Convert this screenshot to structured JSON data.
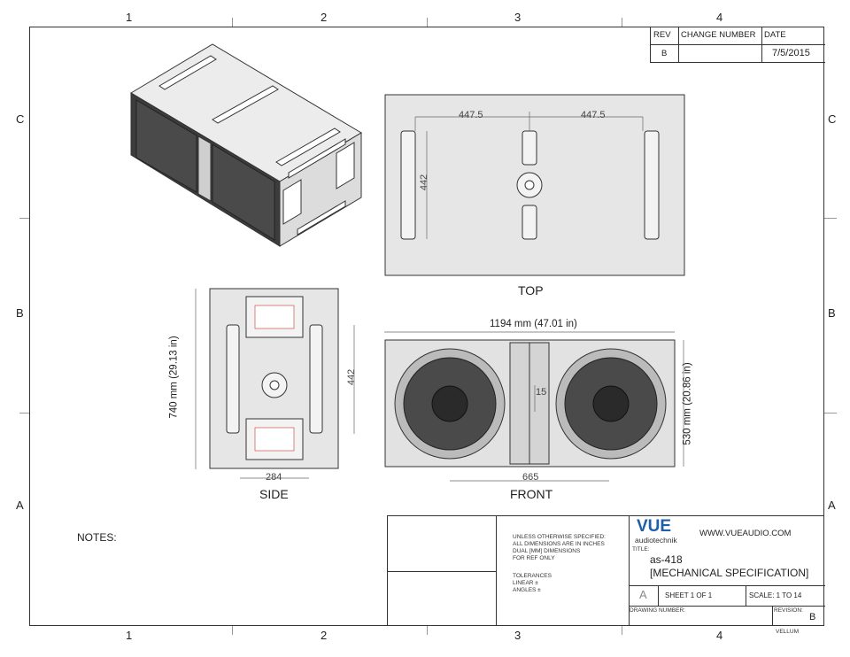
{
  "zones": {
    "columns": [
      "1",
      "2",
      "3",
      "4"
    ],
    "rows": [
      "C",
      "B",
      "A"
    ]
  },
  "revision_block": {
    "headers": {
      "rev": "REV",
      "change": "CHANGE NUMBER",
      "date": "DATE"
    },
    "row": {
      "rev": "B",
      "change": "",
      "date": "7/5/2015"
    }
  },
  "views": {
    "top": {
      "label": "TOP",
      "dim_left": "447.5",
      "dim_right": "447.5",
      "dim_vertical": "442"
    },
    "side": {
      "label": "SIDE",
      "dim_height": "740 mm (29.13 in)",
      "dim_right": "442",
      "dim_bottom": "284"
    },
    "front": {
      "label": "FRONT",
      "dim_width": "1194 mm (47.01 in)",
      "dim_height": "530 mm (20.86 in)",
      "dim_center": "15",
      "dim_bottom": "665"
    }
  },
  "notes": {
    "label": "NOTES:"
  },
  "title_block": {
    "logo_main": "VUE",
    "logo_sub": "audiotechnik",
    "website": "WWW.VUEAUDIO.COM",
    "title_label": "TITLE:",
    "title_line1": "as-418",
    "title_line2": "[MECHANICAL SPECIFICATION]",
    "spec_lines": [
      "UNLESS OTHERWISE SPECIFIED:",
      "ALL DIMENSIONS ARE IN INCHES",
      "DUAL [MM] DIMENSIONS",
      "FOR REF ONLY"
    ],
    "tolerance_lines": [
      "TOLERANCES",
      "LINEAR ±",
      "ANGLES ±"
    ],
    "size": "A",
    "sheet": "SHEET 1 OF 1",
    "scale": "SCALE: 1 TO 14",
    "drawing_number_label": "DRAWING NUMBER:",
    "revision_label": "REVISION:",
    "revision_value": "B",
    "material": "VELLUM"
  },
  "colors": {
    "line": "#333333",
    "body": "#e6e6e6",
    "body_side": "#d0d0d0",
    "dark": "#3a3a3a",
    "red": "#c0392b"
  }
}
